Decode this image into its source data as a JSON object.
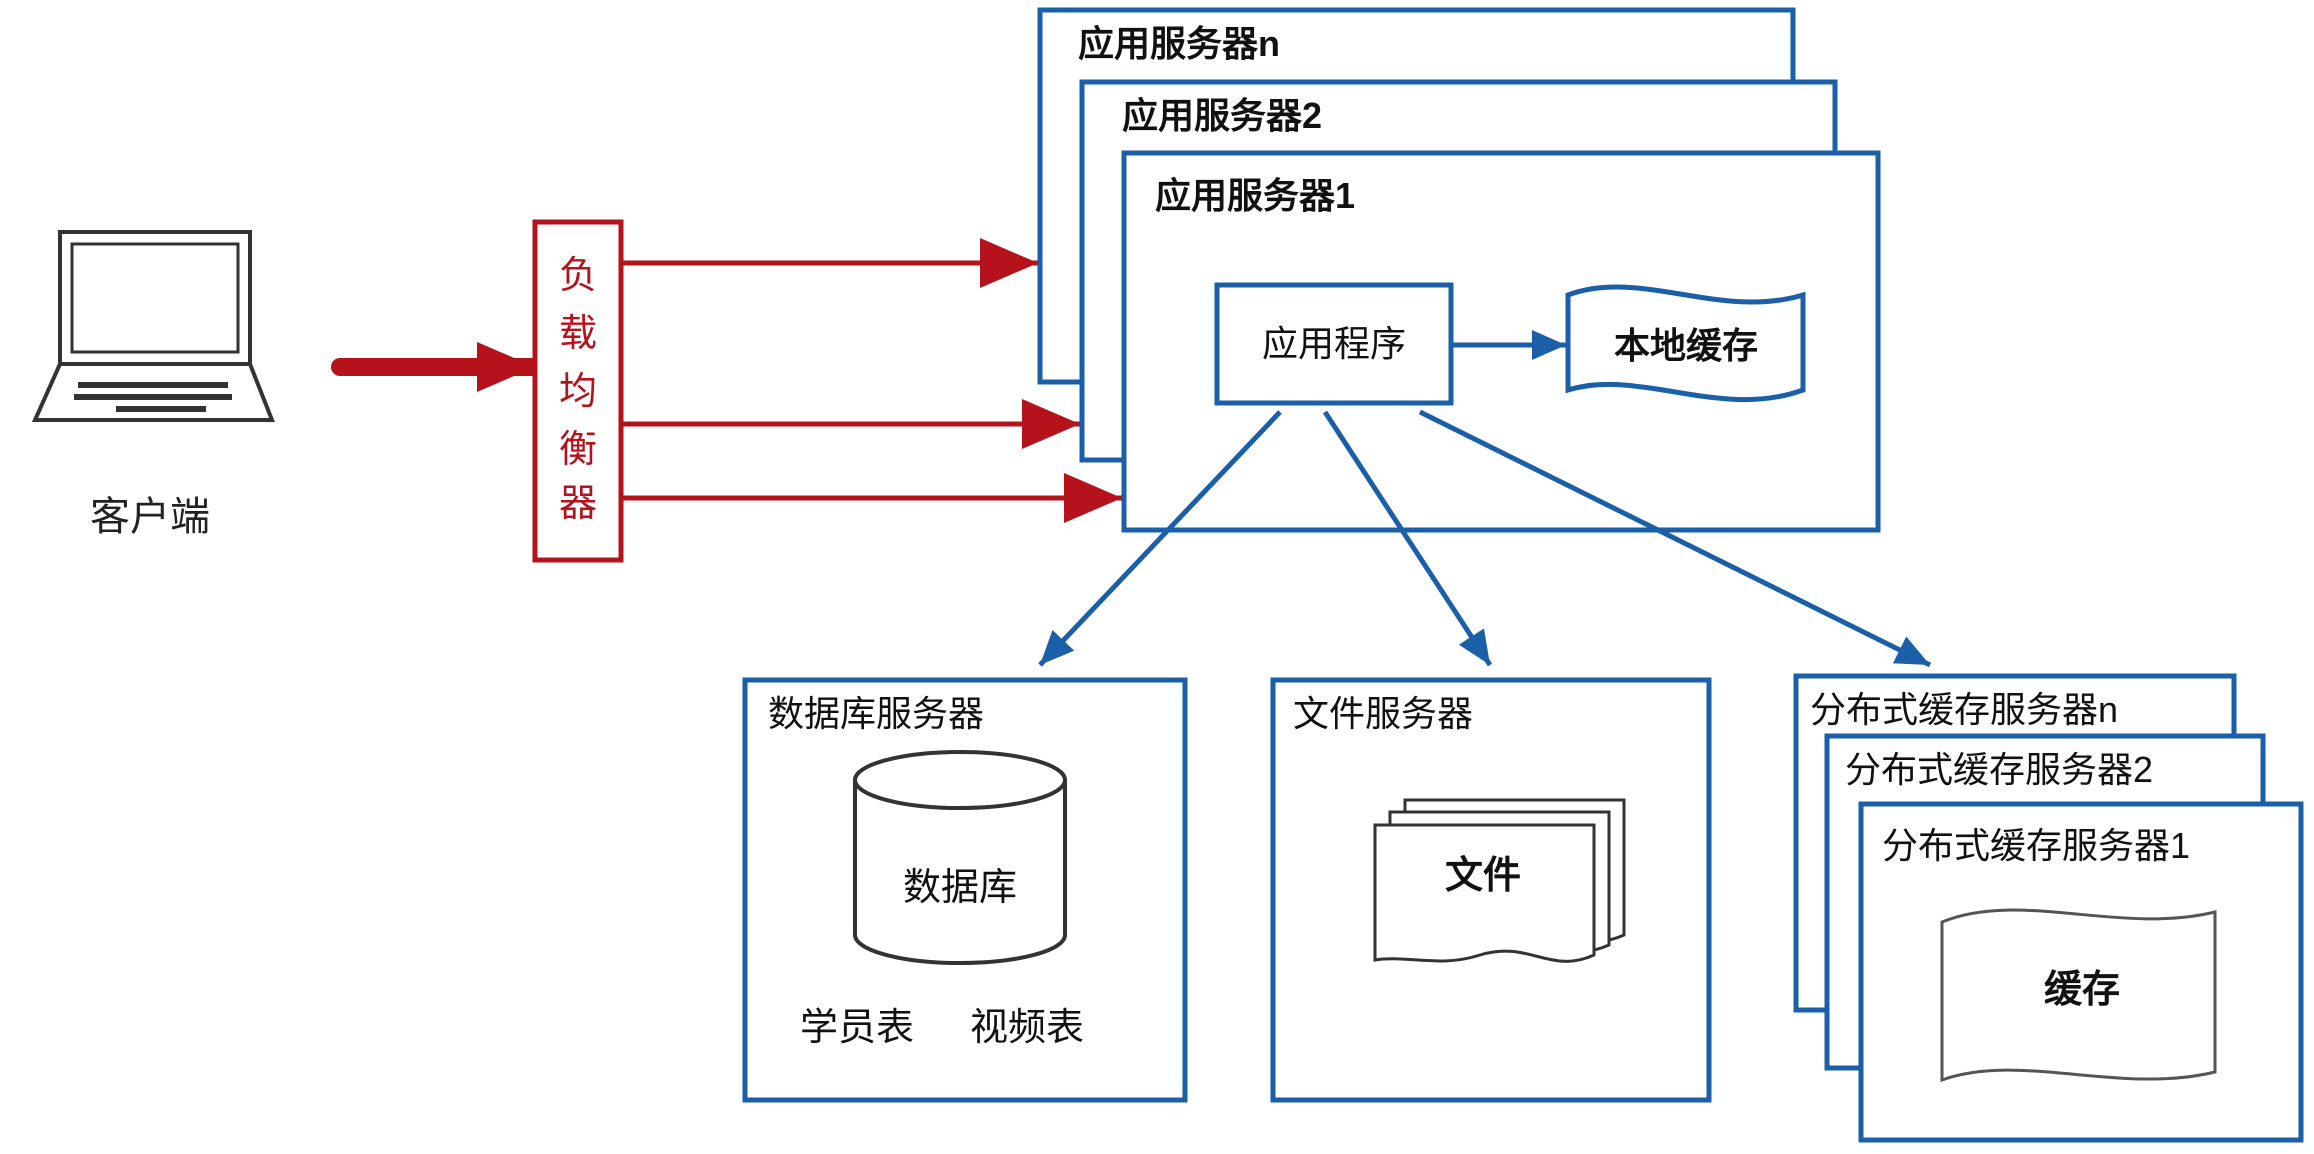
{
  "colors": {
    "blue": "#1a5fa8",
    "red": "#b5121b",
    "dark": "#333333",
    "paper": "#555555"
  },
  "client": {
    "label": "客户端",
    "icon": "computer-icon"
  },
  "load_balancer": {
    "label": [
      "负",
      "载",
      "均",
      "衡",
      "器"
    ]
  },
  "app_servers": {
    "n_label": "应用服务器n",
    "s2_label": "应用服务器2",
    "s1_label": "应用服务器1",
    "app_program": "应用程序",
    "local_cache": "本地缓存"
  },
  "db_server": {
    "title": "数据库服务器",
    "db_label": "数据库",
    "tables": [
      "学员表",
      "视频表"
    ],
    "icon": "database-icon"
  },
  "file_server": {
    "title": "文件服务器",
    "file_label": "文件",
    "icon": "document-stack-icon"
  },
  "cache_servers": {
    "n_label": "分布式缓存服务器n",
    "s2_label": "分布式缓存服务器2",
    "s1_label": "分布式缓存服务器1",
    "cache_label": "缓存",
    "icon": "document-icon"
  }
}
